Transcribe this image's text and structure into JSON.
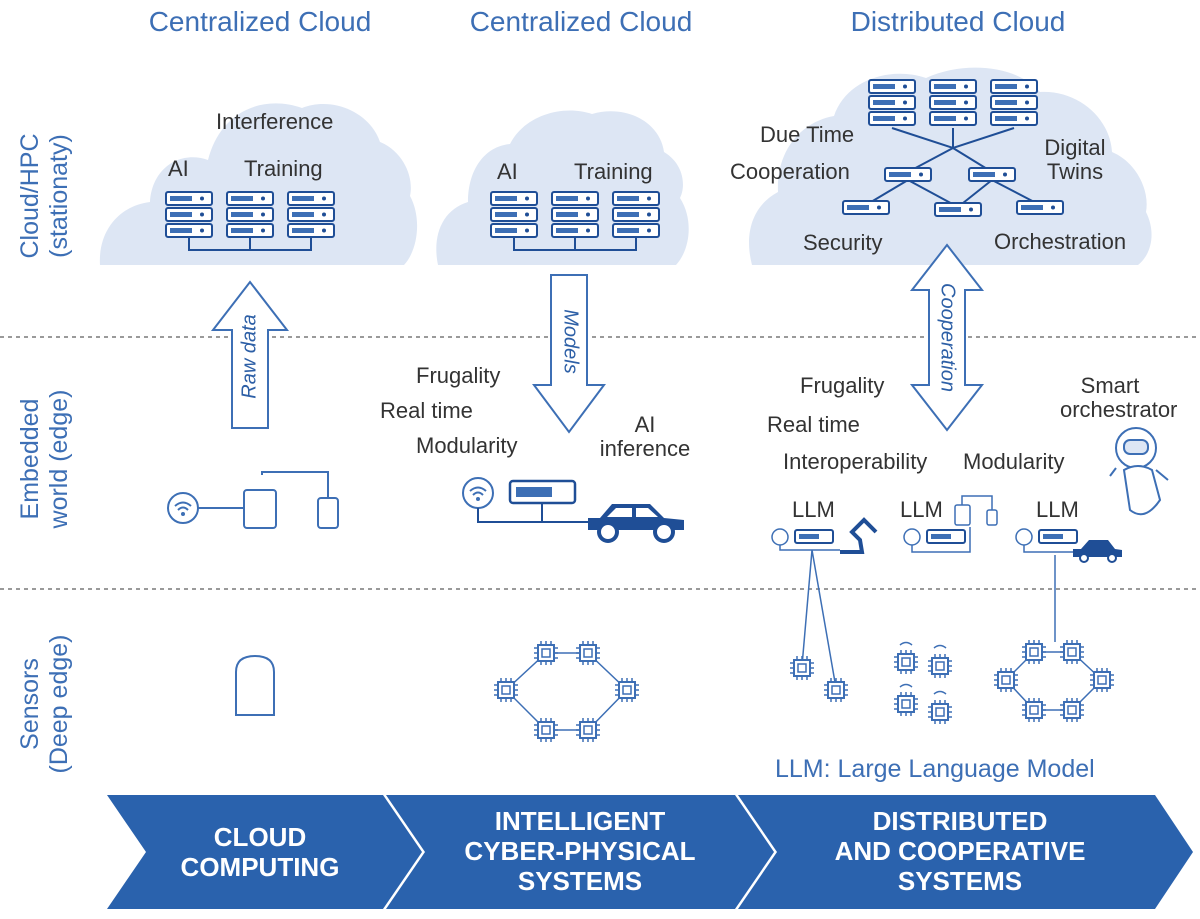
{
  "columns": [
    "Centralized Cloud",
    "Centralized Cloud",
    "Distributed Cloud"
  ],
  "rows": {
    "cloud": [
      "Cloud/HPC",
      "(stationaty)"
    ],
    "edge": [
      "Embedded",
      "world (edge)"
    ],
    "sensors": [
      "Sensors",
      "(Deep edge)"
    ]
  },
  "col1": {
    "interference": "Interference",
    "ai": "AI",
    "training": "Training",
    "arrow": "Raw data"
  },
  "col2": {
    "ai": "AI",
    "training": "Training",
    "arrow": "Models",
    "frugality": "Frugality",
    "realtime": "Real time",
    "modularity": "Modularity",
    "ai_inference_1": "AI",
    "ai_inference_2": "inference"
  },
  "col3": {
    "due_time": "Due Time",
    "cooperation": "Cooperation",
    "digital_1": "Digital",
    "digital_2": "Twins",
    "security": "Security",
    "orchestration": "Orchestration",
    "arrow": "Cooperation",
    "frugality": "Frugality",
    "realtime": "Real time",
    "interoperability": "Interoperability",
    "modularity": "Modularity",
    "smart_1": "Smart",
    "smart_2": "orchestrator",
    "llm_1": "LLM",
    "llm_2": "LLM",
    "llm_3": "LLM"
  },
  "legend": "LLM: Large Language Model",
  "stages": [
    [
      "CLOUD",
      "COMPUTING"
    ],
    [
      "INTELLIGENT",
      "CYBER-PHYSICAL",
      "SYSTEMS"
    ],
    [
      "DISTRIBUTED",
      "AND COOPERATIVE",
      "SYSTEMS"
    ]
  ],
  "colors": {
    "accent": "#3d6fb5",
    "dark": "#1f4e96",
    "cloud": "#dde6f4",
    "chevron": "#2a62ad"
  }
}
